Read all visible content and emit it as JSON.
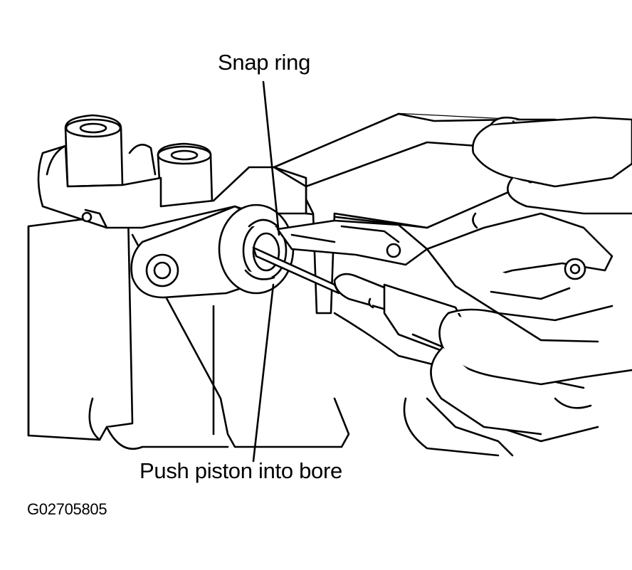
{
  "labels": {
    "snap_ring": "Snap ring",
    "push_piston": "Push piston into bore",
    "figure_id": "G02705805"
  },
  "colors": {
    "ink": "#000000",
    "paper": "#ffffff"
  }
}
